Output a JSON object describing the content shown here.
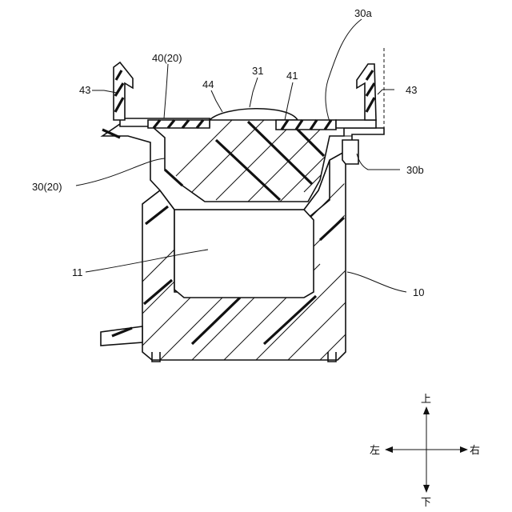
{
  "labels": {
    "l43_left": "43",
    "l40": "40(20)",
    "l44": "44",
    "l31": "31",
    "l41": "41",
    "l30a": "30a",
    "l43_right": "43",
    "l30_20": "30(20)",
    "l30b": "30b",
    "l11": "11",
    "l10": "10"
  },
  "directions": {
    "up": "上",
    "down": "下",
    "left": "左",
    "right": "右"
  }
}
